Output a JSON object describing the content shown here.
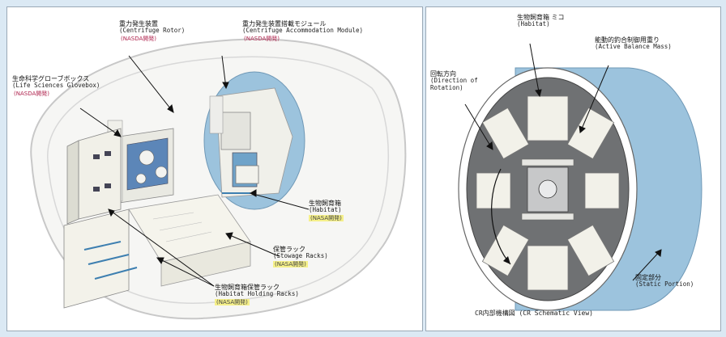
{
  "colors": {
    "background": "#dbe9f4",
    "panel": "#ffffff",
    "module_blue": "#9cc3dd",
    "nasda_tag": "#b0254f",
    "nasa_tag_bg": "#f5f08a"
  },
  "left": {
    "centrifuge_rotor": {
      "ja": "重力発生装置",
      "en": "(Centrifuge Rotor)",
      "tag": "(NASDA開発)"
    },
    "cam": {
      "ja": "重力発生装置搭載モジュール",
      "en": "(Centrifuge Accommodation Module)",
      "tag": "(NASDA開発)"
    },
    "glovebox": {
      "ja": "生命科学グローブボックス",
      "en": "(Life Sciences Glovebox)",
      "tag": "(NASDA開発)"
    },
    "habitat": {
      "ja": "生物飼育箱",
      "en": "(Habitat)",
      "tag": "(NASA開発)"
    },
    "stowage": {
      "ja": "保管ラック",
      "en": "(Stowage Racks)",
      "tag": "(NASA開発)"
    },
    "holding": {
      "ja": "生物飼育箱保管ラック",
      "en": "(Habitat Holding Racks)",
      "tag": "(NASA開発)"
    }
  },
  "right": {
    "habitat": {
      "ja": "生物飼育箱 ミコ",
      "en": "(Habitat)"
    },
    "balance": {
      "ja": "能動的釣合制御用重り",
      "en": "(Active Balance Mass)"
    },
    "rotation": {
      "ja": "回転方向",
      "en1": "(Direction of",
      "en2": "Rotation)"
    },
    "static": {
      "ja": "固定部分",
      "en": "(Static Portion)"
    },
    "caption": "CR内部機構図 (CR Schematic View)"
  }
}
